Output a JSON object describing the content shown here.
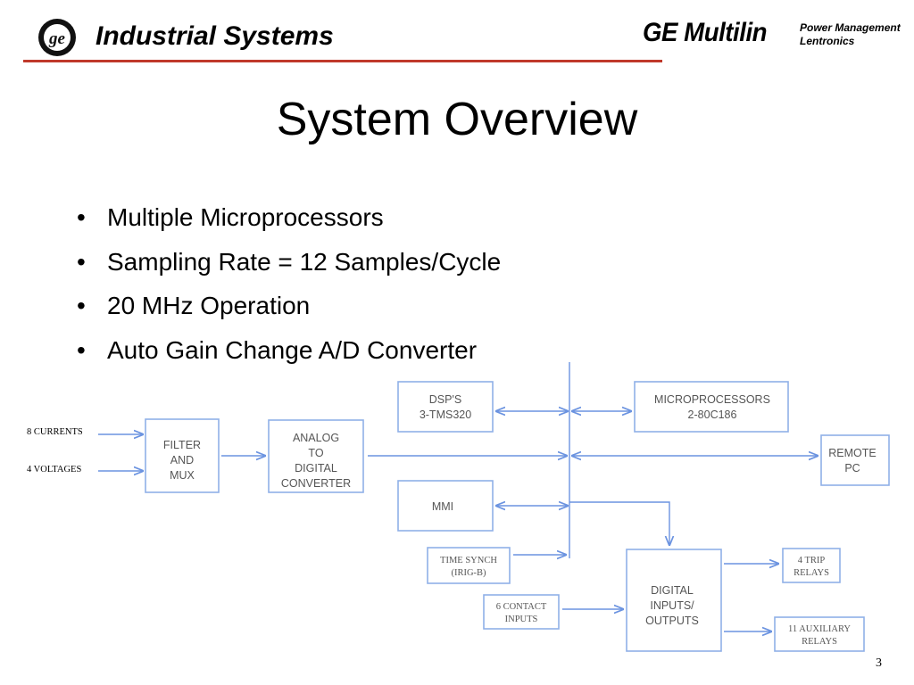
{
  "header": {
    "title": "Industrial Systems",
    "brand": "GE Multilin",
    "brand_sub_1": "Power Management",
    "brand_sub_2": "Lentronics",
    "rule_color": "#c0392b"
  },
  "logo": {
    "icon": "ge-logo-icon"
  },
  "slide_title": "System Overview",
  "bullets": [
    "Multiple Microprocessors",
    "Sampling Rate = 12 Samples/Cycle",
    "20 MHz Operation",
    "Auto Gain Change A/D Converter"
  ],
  "diagram": {
    "inputs": [
      "8 CURRENTS",
      "4 VOLTAGES"
    ],
    "filter_mux": [
      "FILTER",
      "AND",
      "MUX"
    ],
    "adc": [
      "ANALOG",
      "TO",
      "DIGITAL",
      "CONVERTER"
    ],
    "dsp": [
      "DSP'S",
      "3-TMS320"
    ],
    "mmi": [
      "MMI"
    ],
    "time_synch": [
      "TIME SYNCH",
      "(IRIG-B)"
    ],
    "contact_inputs": [
      "6 CONTACT",
      "INPUTS"
    ],
    "microprocessors": [
      "MICROPROCESSORS",
      "2-80C186"
    ],
    "remote_pc": [
      "REMOTE",
      "PC"
    ],
    "digital_io": [
      "DIGITAL",
      "INPUTS/",
      "OUTPUTS"
    ],
    "trip_relays": [
      "4 TRIP",
      "RELAYS"
    ],
    "aux_relays": [
      "11 AUXILIARY",
      "RELAYS"
    ],
    "line_color": "#6b93e0",
    "box_border_color": "#8fb0e8"
  },
  "page_number": "3"
}
